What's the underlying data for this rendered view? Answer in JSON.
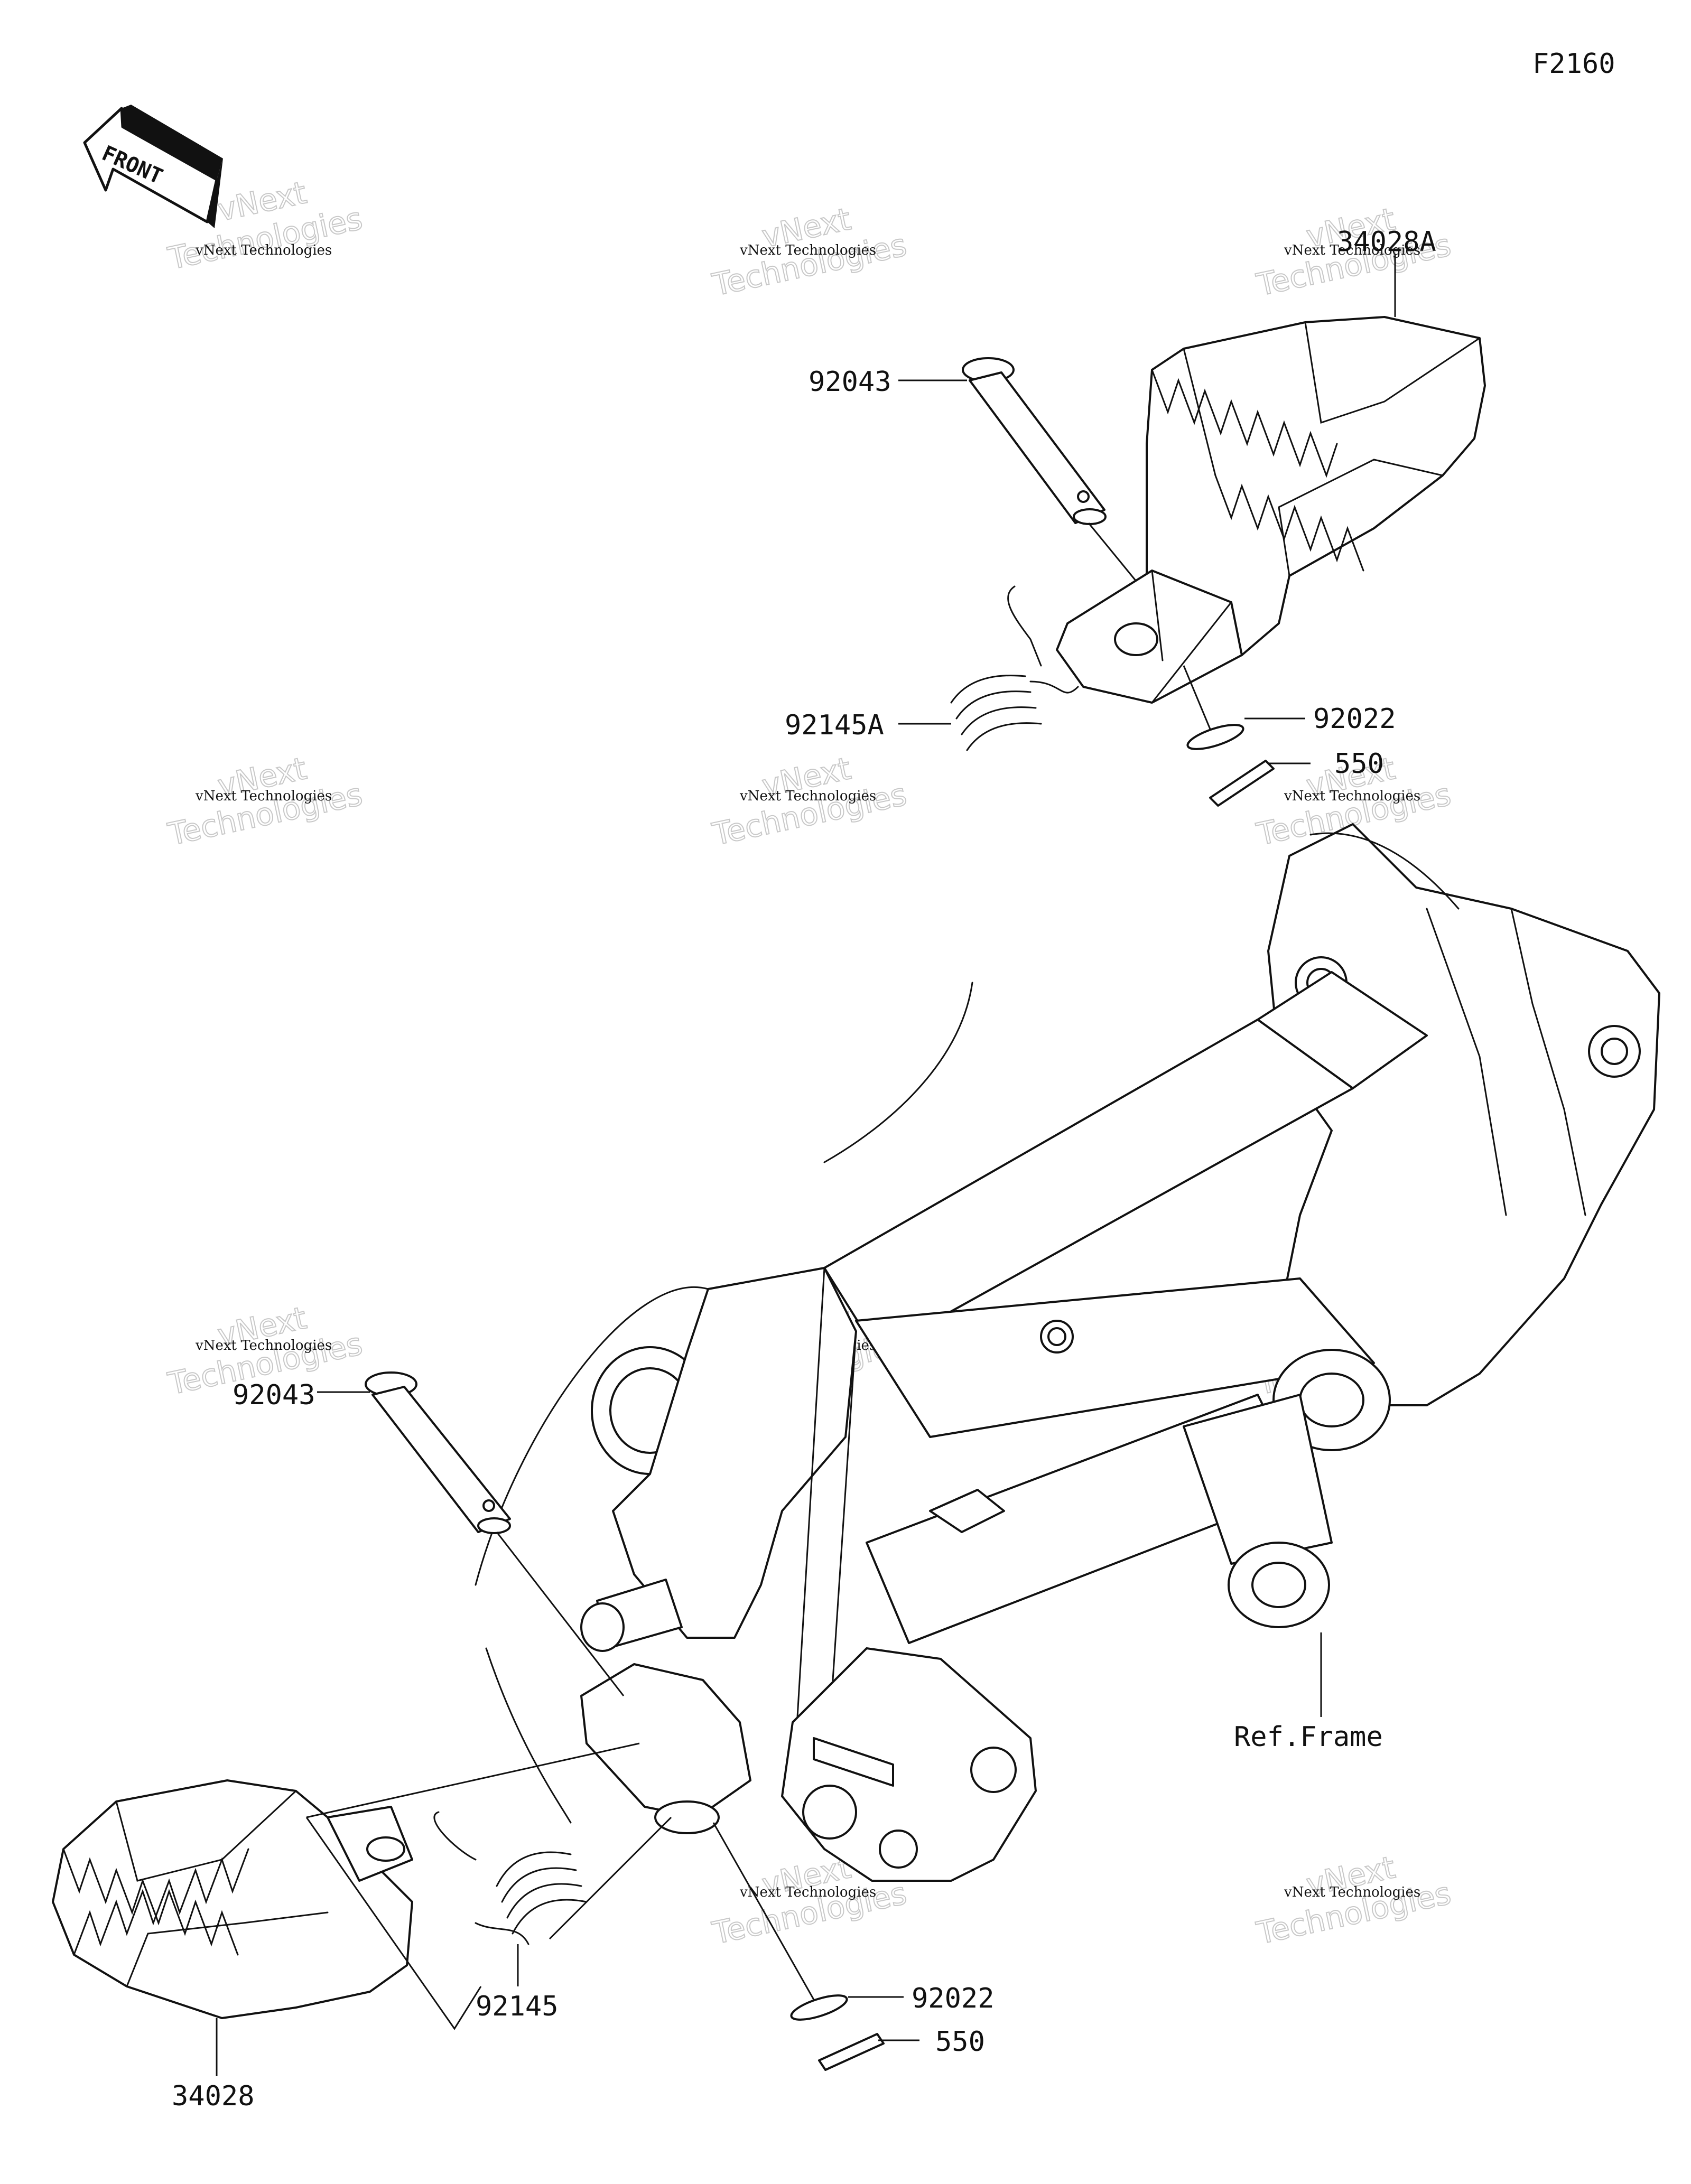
{
  "figure_id": "F2160",
  "front_label": "FRONT",
  "watermark": {
    "line1": "vNext Technologies",
    "line2": "vNext",
    "line3": "Technologies"
  },
  "callouts": {
    "footpeg_left": "34028A",
    "pin_upper": "92043",
    "spring_upper": "92145A",
    "washer_upper": "92022",
    "cotter_upper": "550",
    "pin_lower": "92043",
    "footpeg_right": "34028",
    "spring_lower": "92145",
    "washer_lower": "92022",
    "cotter_lower": "550",
    "ref_frame": "Ref.Frame"
  }
}
